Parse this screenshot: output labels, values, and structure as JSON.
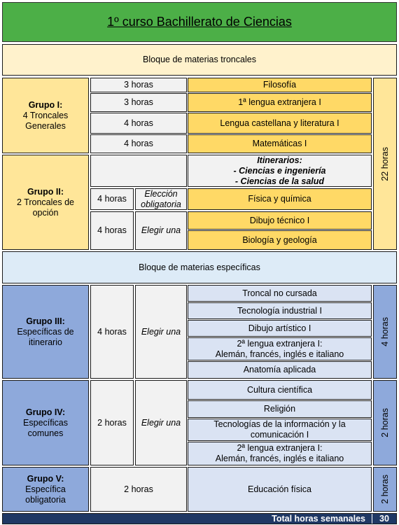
{
  "title": "1º curso Bachillerato de Ciencias",
  "bloque_troncales": "Bloque de materias troncales",
  "bloque_especificas": "Bloque de materias específicas",
  "grupo1": {
    "title": "Grupo I:",
    "subtitle_1": "4 Troncales",
    "subtitle_2": "Generales",
    "rows": [
      {
        "hours": "3 horas",
        "subject": "Filosofía"
      },
      {
        "hours": "3 horas",
        "subject": "1ª lengua extranjera I"
      },
      {
        "hours": "4 horas",
        "subject": "Lengua castellana y literatura I"
      },
      {
        "hours": "4 horas",
        "subject": "Matemáticas I"
      }
    ]
  },
  "grupo2": {
    "title": "Grupo II:",
    "subtitle_1": "2 Troncales de",
    "subtitle_2": "opción",
    "itinerarios_title": "Itinerarios:",
    "itinerario_1": "- Ciencias e ingeniería",
    "itinerario_2": "- Ciencias de la salud",
    "row1": {
      "hours": "4 horas",
      "rule_1": "Elección",
      "rule_2": "obligatoria",
      "subject": "Física y química"
    },
    "row2": {
      "hours": "4 horas",
      "rule": "Elegir una",
      "subjects": [
        "Dibujo técnico I",
        "Biología y geología"
      ]
    }
  },
  "troncales_total": "22 horas",
  "grupo3": {
    "title": "Grupo III:",
    "subtitle_1": "Específicas de",
    "subtitle_2": "itinerario",
    "hours": "4 horas",
    "rule": "Elegir una",
    "subjects": [
      {
        "line1": "Troncal no cursada",
        "line2": ""
      },
      {
        "line1": "Tecnología industrial I",
        "line2": ""
      },
      {
        "line1": "Dibujo artístico I",
        "line2": ""
      },
      {
        "line1": "2ª lengua extranjera I:",
        "line2": "Alemán, francés, inglés e italiano"
      },
      {
        "line1": "Anatomía aplicada",
        "line2": ""
      }
    ],
    "total": "4 horas"
  },
  "grupo4": {
    "title": "Grupo IV:",
    "subtitle_1": "Específicas",
    "subtitle_2": "comunes",
    "hours": "2 horas",
    "rule": "Elegir una",
    "subjects": [
      {
        "line1": "Cultura científica",
        "line2": ""
      },
      {
        "line1": "Religión",
        "line2": ""
      },
      {
        "line1": "Tecnologías de la información y la",
        "line2": "comunicación I"
      },
      {
        "line1": "2ª lengua extranjera I:",
        "line2": "Alemán, francés, inglés e italiano"
      }
    ],
    "total": "2 horas"
  },
  "grupo5": {
    "title": "Grupo V:",
    "subtitle_1": "Específica",
    "subtitle_2": "obligatoria",
    "hours": "2 horas",
    "subject": "Educación física",
    "total": "2 horas"
  },
  "footer": {
    "label": "Total horas semanales",
    "value": "30"
  },
  "colors": {
    "header_green": "#4CAF47",
    "troncales_yellow": "#FFD966",
    "troncales_light": "#FFE699",
    "especificas_blue": "#8EA9DB",
    "especificas_light": "#DAE3F3",
    "footer_navy": "#1F3864"
  }
}
